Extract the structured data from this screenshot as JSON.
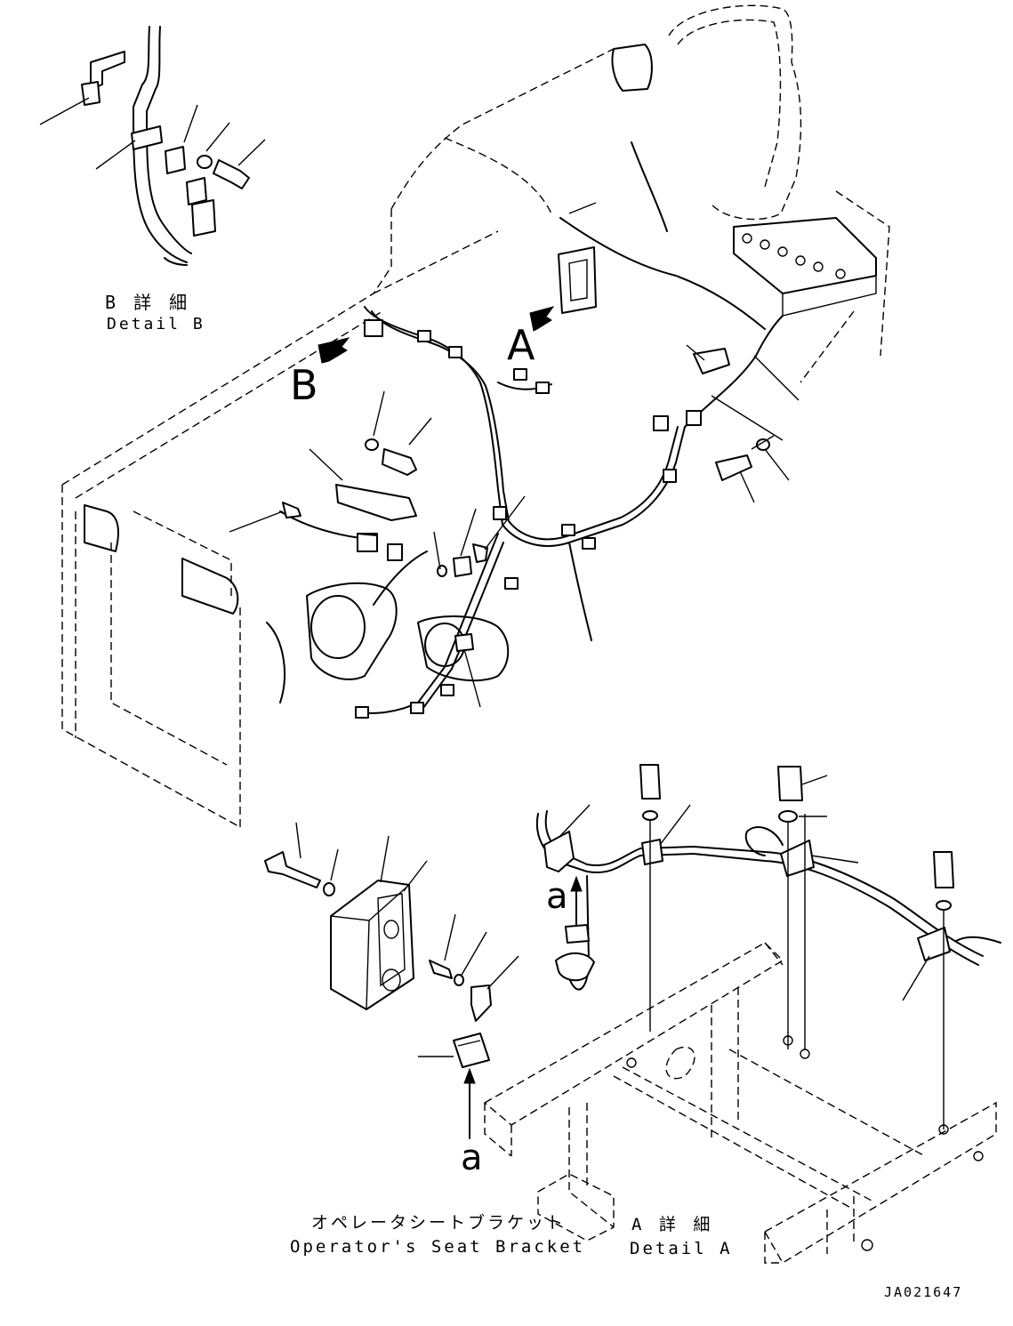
{
  "views": {
    "detail_b": {
      "title_jp": "B 詳 細",
      "title_en": "Detail B"
    },
    "detail_a": {
      "title_jp": "A 詳 細",
      "title_en": "Detail A"
    },
    "seat_bracket": {
      "title_jp": "オペレータシートブラケット",
      "title_en": "Operator's Seat Bracket"
    }
  },
  "view_arrows": {
    "a": "A",
    "b": "B"
  },
  "direction_marks": {
    "left": "a",
    "right": "a"
  },
  "drawing_number": "JA021647"
}
